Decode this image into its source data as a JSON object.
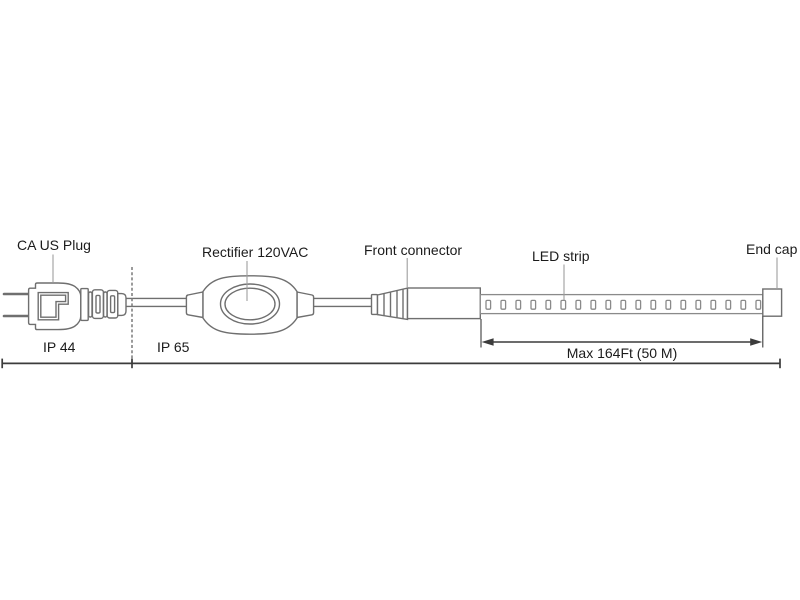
{
  "diagram": {
    "type": "technical-line-diagram",
    "subject": "LED strip light power assembly",
    "labels": {
      "plug": "CA US Plug",
      "rectifier": "Rectifier 120VAC",
      "front_connector": "Front connector",
      "led_strip": "LED strip",
      "end_cap": "End cap",
      "ip_rating_left": "IP 44",
      "ip_rating_right": "IP 65",
      "max_length": "Max 164Ft (50 M)"
    },
    "led_strip": {
      "led_count": 19
    },
    "colors": {
      "background": "#ffffff",
      "device-outline": "#6f6f6f",
      "strip-outline": "#8a8a8a",
      "leader-line": "#9e9e9e",
      "dimension-line": "#3c3c3c",
      "dashed-divider": "#7a7a7a",
      "text": "#1b1b1b"
    }
  }
}
